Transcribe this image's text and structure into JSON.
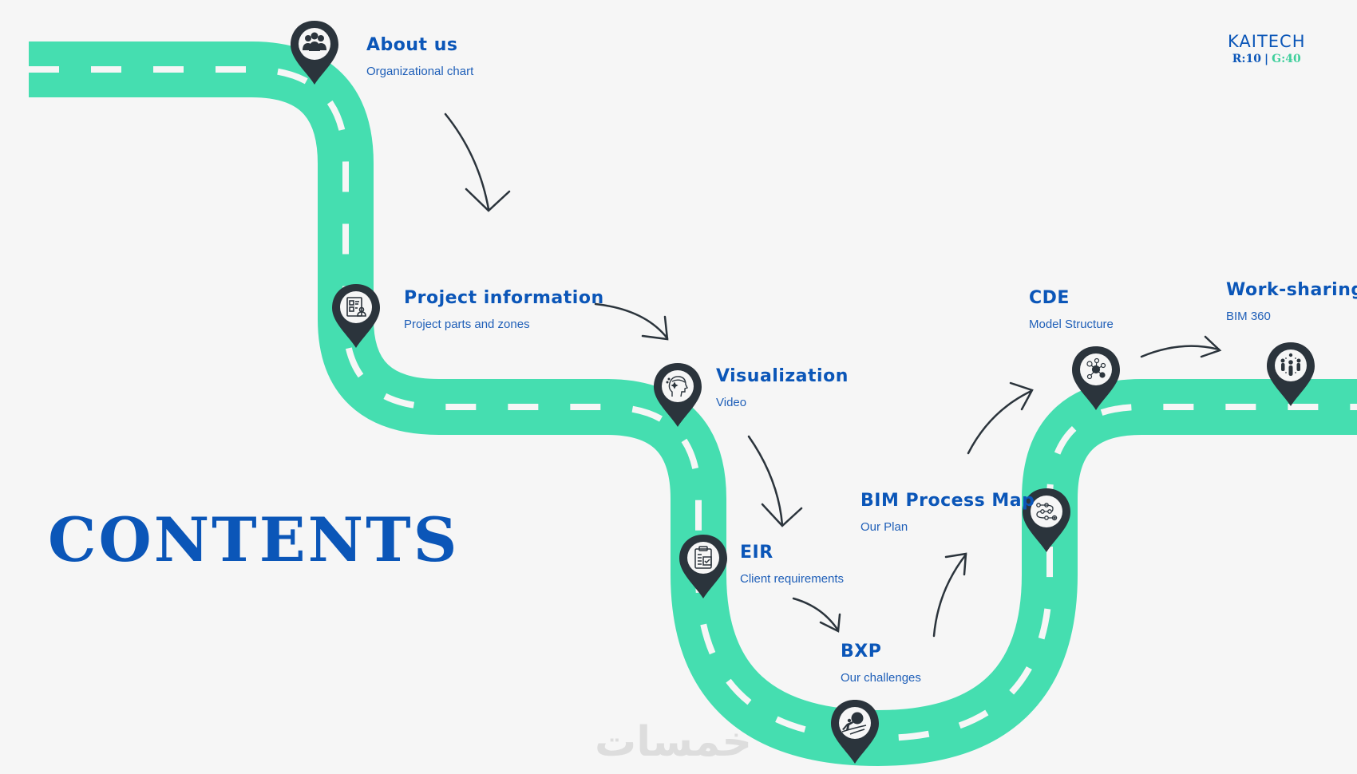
{
  "page": {
    "title": "CONTENTS",
    "watermark": "خمسات"
  },
  "logo": {
    "brand": "KAITECH",
    "code_r": "R:10",
    "separator": "|",
    "code_g": "G:40"
  },
  "colors": {
    "background": "#f6f6f6",
    "road": "#45deb0",
    "road_dash": "#f6f6f6",
    "pin": "#2b343c",
    "title_blue": "#0b56b8",
    "logo_green": "#3fcf9c"
  },
  "stops": [
    {
      "id": "about-us",
      "title": "About us",
      "subtitle": "Organizational chart",
      "icon": "group-people-icon"
    },
    {
      "id": "project-information",
      "title": "Project information",
      "subtitle": "Project parts and zones",
      "icon": "document-checklist-person-icon"
    },
    {
      "id": "visualization",
      "title": "Visualization",
      "subtitle": "Video",
      "icon": "head-vr-headset-icon"
    },
    {
      "id": "eir",
      "title": "EIR",
      "subtitle": "Client requirements",
      "icon": "clipboard-checklist-icon"
    },
    {
      "id": "bxp",
      "title": "BXP",
      "subtitle": "Our challenges",
      "icon": "person-pushing-boulder-icon"
    },
    {
      "id": "bim-process-map",
      "title": "BIM Process Map",
      "subtitle": "Our Plan",
      "icon": "process-path-icon"
    },
    {
      "id": "cde",
      "title": "CDE",
      "subtitle": "Model Structure",
      "icon": "network-people-icon"
    },
    {
      "id": "work-sharing",
      "title": "Work-sharing",
      "subtitle": "BIM 360",
      "icon": "team-circle-icon"
    }
  ]
}
